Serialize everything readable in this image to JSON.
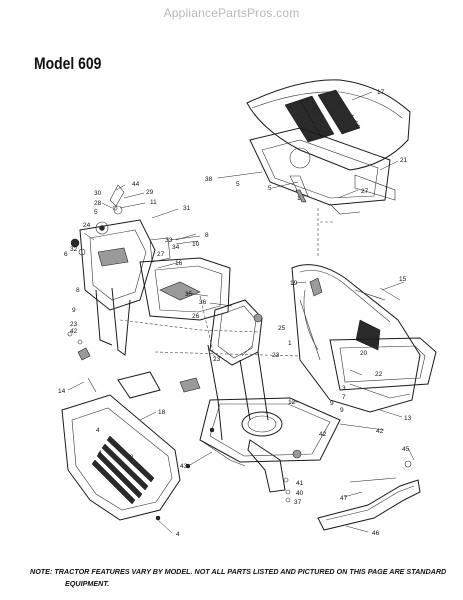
{
  "watermark": "AppliancePartsPros.com",
  "model_title": "Model 609",
  "note_line1": "NOTE: TRACTOR FEATURES VARY BY MODEL. NOT ALL PARTS LISTED AND PICTURED ON THIS PAGE ARE STANDARD",
  "note_line2": "EQUIPMENT.",
  "callouts": [
    "17",
    "21",
    "38",
    "5",
    "27",
    "1",
    "44",
    "30",
    "29",
    "28",
    "11",
    "5",
    "31",
    "8",
    "10",
    "24",
    "32",
    "6",
    "33",
    "34",
    "27",
    "16",
    "15",
    "9",
    "35",
    "36",
    "19",
    "23",
    "42",
    "25",
    "26",
    "20",
    "22",
    "23",
    "1",
    "14",
    "18",
    "3",
    "7",
    "9",
    "12",
    "13",
    "4",
    "2",
    "42",
    "43",
    "45",
    "41",
    "40",
    "37",
    "47",
    "46",
    "4",
    "23",
    "42",
    "4",
    "5",
    "8",
    "9"
  ]
}
